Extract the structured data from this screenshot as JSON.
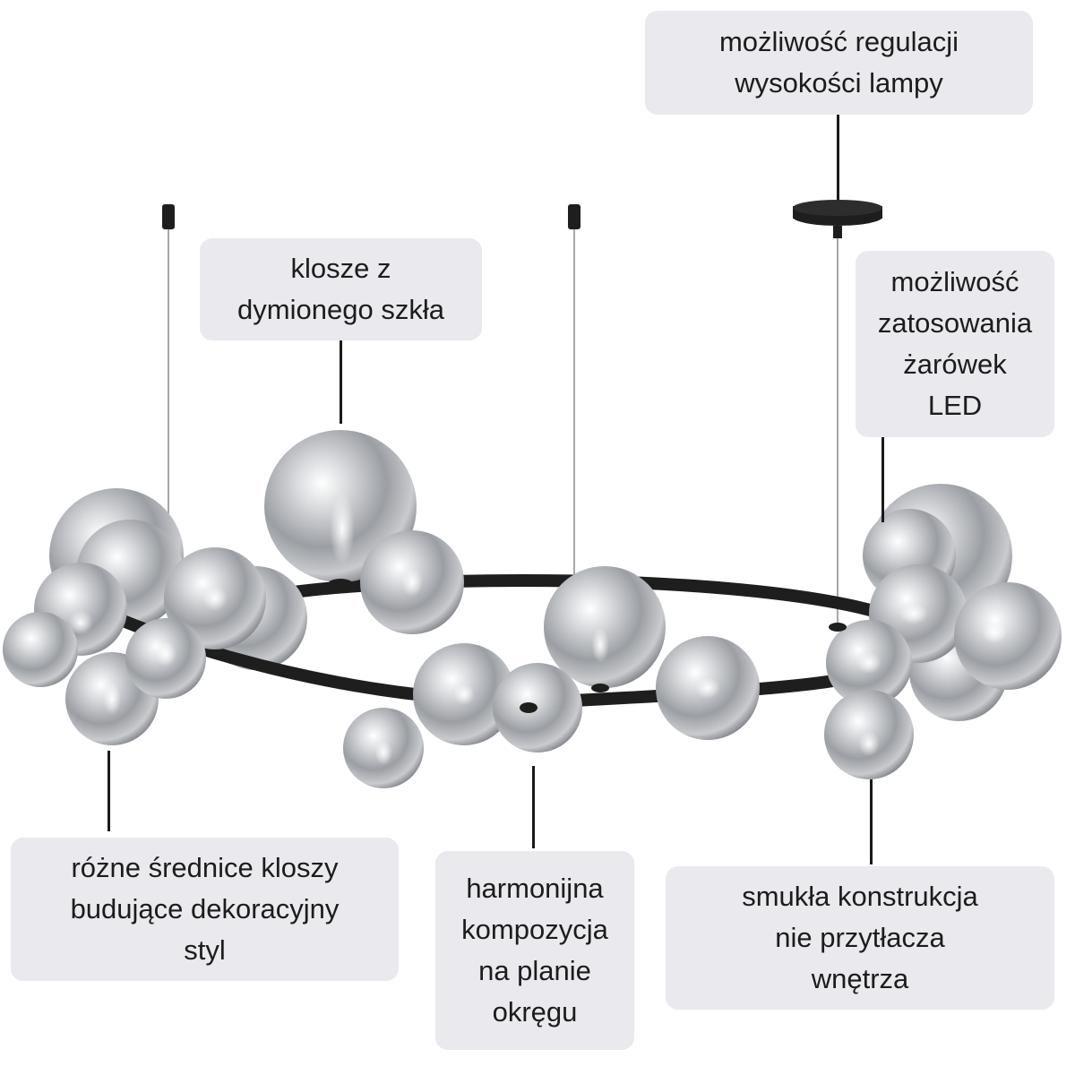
{
  "callouts": {
    "height_adjustment": {
      "lines": [
        "możliwość regulacji",
        "wysokości lampy"
      ]
    },
    "smoked_glass": {
      "lines": [
        "klosze z",
        "dymionego szkła"
      ]
    },
    "led_bulbs": {
      "lines": [
        "możliwość",
        "zatosowania",
        "żarówek",
        "LED"
      ]
    },
    "diameters": {
      "lines": [
        "różne średnice kloszy",
        "budujące dekoracyjny",
        "styl"
      ]
    },
    "composition": {
      "lines": [
        "harmonijna",
        "kompozycja",
        "na planie",
        "okręgu"
      ]
    },
    "slim_construction": {
      "lines": [
        "smukła konstrukcja",
        "nie przytłacza",
        "wnętrza"
      ]
    }
  },
  "product": {
    "subject": "ring-pendant-lamp",
    "frame_color": "#1e1e1e",
    "glass_color": "#b9bcc0",
    "callout_background": "#e9e9ee"
  }
}
